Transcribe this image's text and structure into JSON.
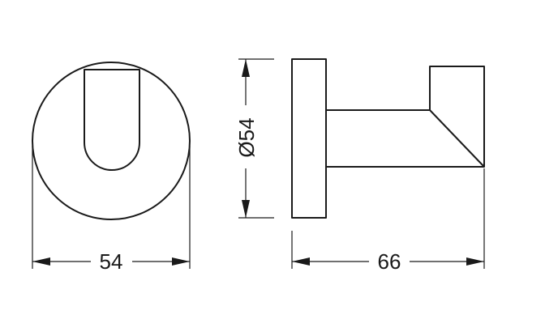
{
  "dimensions": {
    "front_width": "54",
    "side_diameter": "Ø54",
    "side_depth": "66"
  },
  "colors": {
    "line": "#1a1a1a",
    "background": "#ffffff"
  }
}
